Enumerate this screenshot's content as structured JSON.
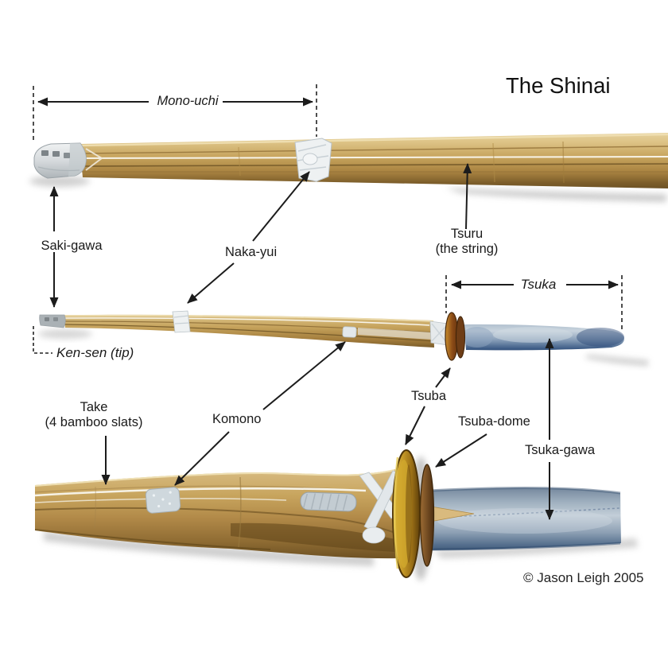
{
  "title": "The Shinai",
  "copyright": "© Jason Leigh 2005",
  "labels": {
    "mono_uchi": "Mono-uchi",
    "saki_gawa": "Saki-gawa",
    "naka_yui": "Naka-yui",
    "tsuru_line1": "Tsuru",
    "tsuru_line2": "(the string)",
    "ken_sen": "Ken-sen (tip)",
    "tsuka": "Tsuka",
    "tsuba": "Tsuba",
    "tsuba_dome": "Tsuba-dome",
    "tsuka_gawa": "Tsuka-gawa",
    "take_line1": "Take",
    "take_line2": "(4 bamboo slats)",
    "komono": "Komono"
  },
  "colors": {
    "background": "#ffffff",
    "text": "#1a1a1a",
    "arrow": "#1c1c1c",
    "bamboo": "#c6a35c",
    "leather_white": "#eef1f2",
    "tsuka_leather_blue": "#7e96b2",
    "tsuba_amber": "#c89b28",
    "tsuba_dome_brown": "#6e3d16"
  }
}
